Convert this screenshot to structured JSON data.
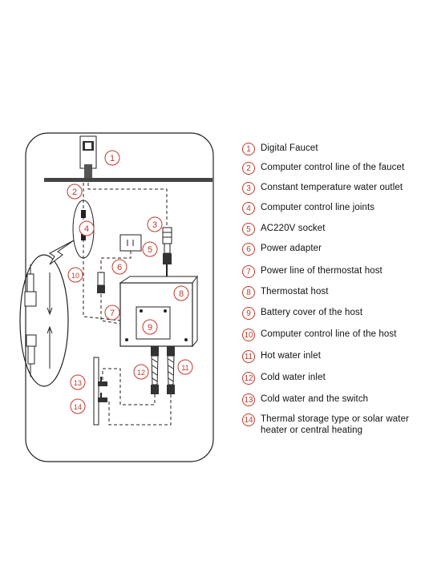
{
  "legend": [
    {
      "num": "1",
      "text": "Digital Faucet"
    },
    {
      "num": "2",
      "text": "Computer control line of the faucet"
    },
    {
      "num": "3",
      "text": "Constant temperature water outlet"
    },
    {
      "num": "4",
      "text": "Computer control line joints"
    },
    {
      "num": "5",
      "text": "AC220V socket"
    },
    {
      "num": "6",
      "text": "Power adapter"
    },
    {
      "num": "7",
      "text": "Power line of thermostat host"
    },
    {
      "num": "8",
      "text": "Thermostat host"
    },
    {
      "num": "9",
      "text": "Battery cover of the host"
    },
    {
      "num": "10",
      "text": "Computer control line of the host"
    },
    {
      "num": "11",
      "text": "Hot water inlet"
    },
    {
      "num": "12",
      "text": "Cold water inlet"
    },
    {
      "num": "13",
      "text": "Cold water and the switch"
    },
    {
      "num": "14",
      "text": "Thermal storage type or solar water heater or central heating"
    }
  ],
  "colors": {
    "callout": "#c0392b",
    "line": "#222222"
  }
}
